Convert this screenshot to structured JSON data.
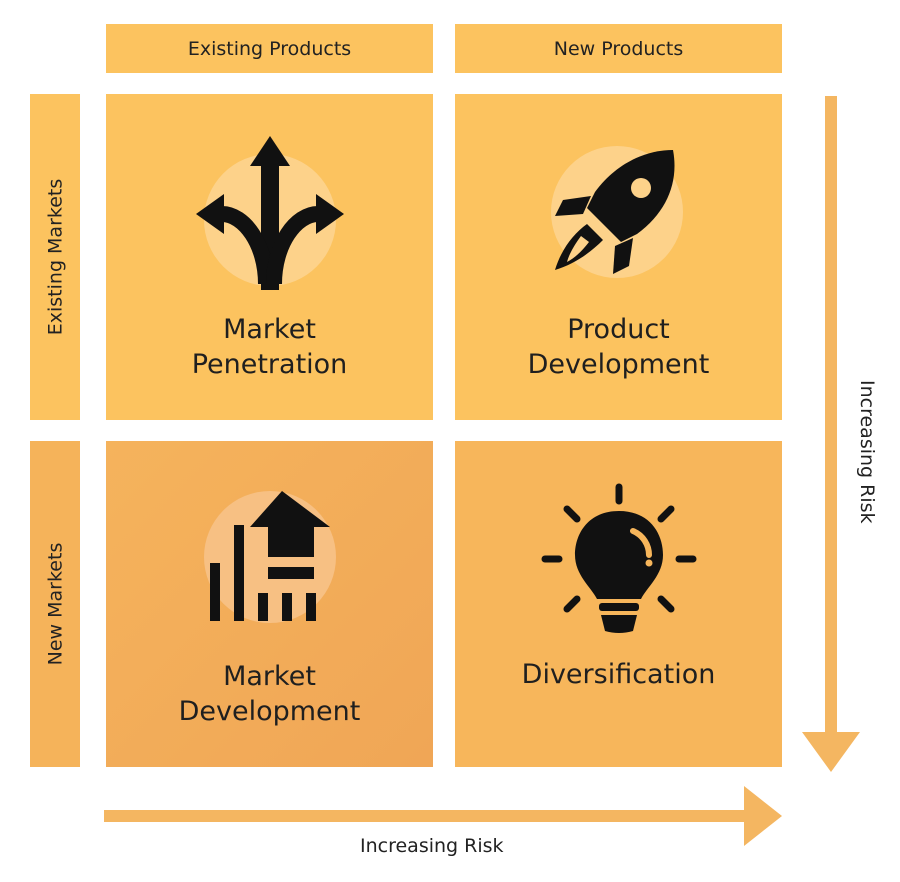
{
  "columns": [
    "Existing Products",
    "New Products"
  ],
  "rows": [
    "Existing Markets",
    "New Markets"
  ],
  "quadrants": {
    "market_penetration": {
      "line1": "Market",
      "line2": "Penetration",
      "icon": "split-arrows-icon"
    },
    "product_development": {
      "line1": "Product",
      "line2": "Development",
      "icon": "rocket-icon"
    },
    "market_development": {
      "line1": "Market",
      "line2": "Development",
      "icon": "growth-chart-icon"
    },
    "diversification": {
      "line1": "Diversification",
      "icon": "lightbulb-icon"
    }
  },
  "axes": {
    "horizontal_label": "Increasing Risk",
    "vertical_label": "Increasing Risk"
  },
  "colors": {
    "header": "#fcc35f",
    "q_light": "#fcc35f",
    "q_mid": "#f7b95c",
    "q_dark": "#f2aa58",
    "arrow": "#f4b661",
    "icon_circle": "#fdd28a"
  }
}
